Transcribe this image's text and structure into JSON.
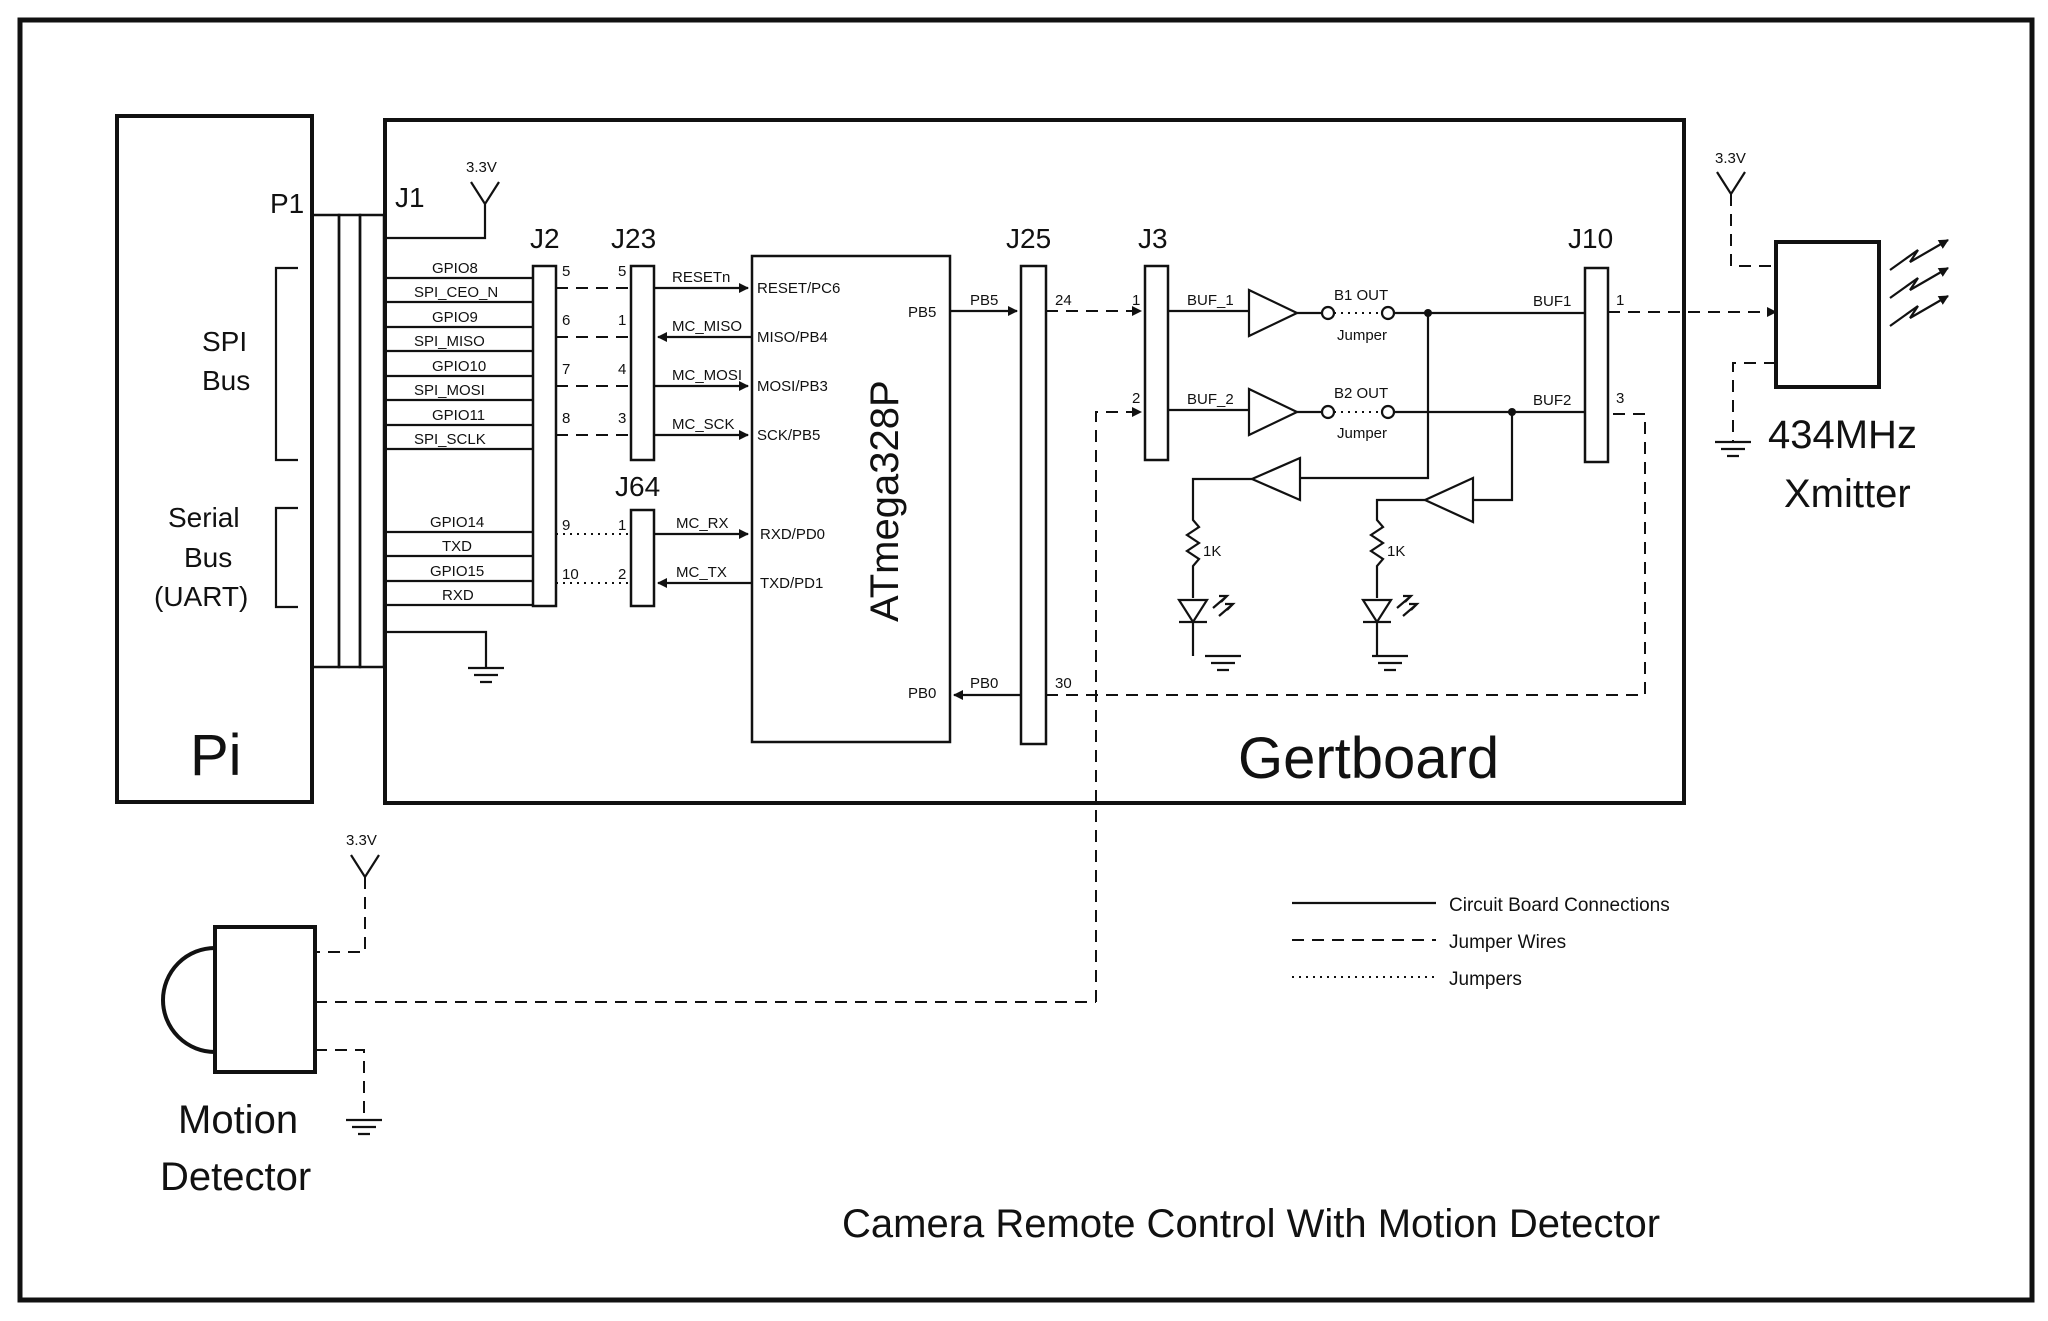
{
  "colors": {
    "ink": "#111111",
    "paper": "#ffffff"
  },
  "title": "Camera Remote Control With Motion Detector",
  "pi": {
    "name": "Pi",
    "connector": "P1",
    "groups": [
      "SPI",
      "Bus",
      "Serial",
      "Bus",
      "(UART)"
    ]
  },
  "gertboard": {
    "name": "Gertboard",
    "j1": "J1"
  },
  "power": {
    "label": "3.3V"
  },
  "j1_signals": [
    {
      "gpio": "GPIO8",
      "func": "SPI_CEO_N",
      "j2": "5",
      "j23": "5",
      "net": "RESETn",
      "pin": "RESET/PC6",
      "dir": "in"
    },
    {
      "gpio": "GPIO9",
      "func": "SPI_MISO",
      "j2": "6",
      "j23": "1",
      "net": "MC_MISO",
      "pin": "MISO/PB4",
      "dir": "out"
    },
    {
      "gpio": "GPIO10",
      "func": "SPI_MOSI",
      "j2": "7",
      "j23": "4",
      "net": "MC_MOSI",
      "pin": "MOSI/PB3",
      "dir": "in"
    },
    {
      "gpio": "GPIO11",
      "func": "SPI_SCLK",
      "j2": "8",
      "j23": "3",
      "net": "MC_SCK",
      "pin": "SCK/PB5",
      "dir": "in"
    }
  ],
  "uart_signals": [
    {
      "gpio": "GPIO14",
      "func": "TXD",
      "j2": "9",
      "j64": "1",
      "net": "MC_RX",
      "pin": "RXD/PD0",
      "dir": "in"
    },
    {
      "gpio": "GPIO15",
      "func": "RXD",
      "j2": "10",
      "j64": "2",
      "net": "MC_TX",
      "pin": "TXD/PD1",
      "dir": "out"
    }
  ],
  "headers": {
    "j2": "J2",
    "j23": "J23",
    "j64": "J64",
    "j25": "J25",
    "j3": "J3",
    "j10": "J10"
  },
  "mcu": {
    "name": "ATmega328P",
    "pb5": "PB5",
    "pb0": "PB0"
  },
  "j25_pins": {
    "pb5": "24",
    "pb0": "30"
  },
  "j3_pins": [
    "1",
    "2"
  ],
  "j10_pins": [
    "1",
    "3"
  ],
  "buffers": [
    "BUF_1",
    "BUF_2"
  ],
  "outs": [
    "B1 OUT",
    "B2 OUT"
  ],
  "jumper_label": "Jumper",
  "j10_nets": [
    "BUF1",
    "BUF2"
  ],
  "resistor": "1K",
  "xmitter": [
    "434MHz",
    "Xmitter"
  ],
  "motion": [
    "Motion",
    "Detector"
  ],
  "legend": [
    "Circuit Board Connections",
    "Jumper Wires",
    "Jumpers"
  ]
}
